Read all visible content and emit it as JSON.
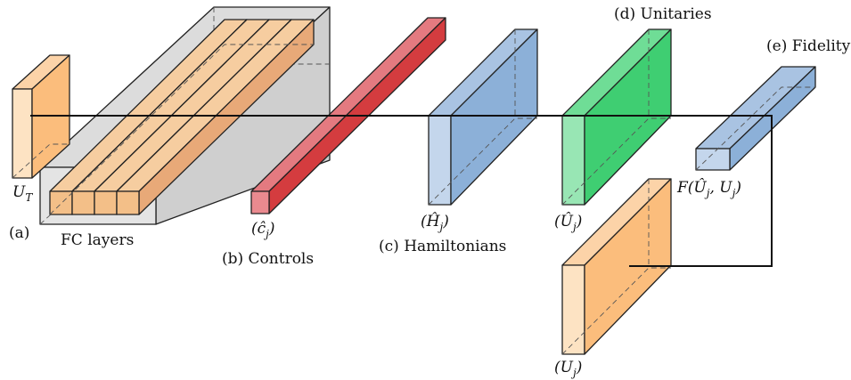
{
  "labels": {
    "panel_a": "(a)",
    "fc_layers": "FC layers",
    "u_target": "U",
    "u_target_sub": "T",
    "controls_title": "(b) Controls",
    "controls_symbol": "(ĉ",
    "controls_symbol_sub": "j",
    "controls_symbol_close": ")",
    "hamiltonians_title": "(c) Hamiltonians",
    "hamiltonians_symbol": "(Ĥ",
    "hamiltonians_symbol_sub": "j",
    "hamiltonians_symbol_close": ")",
    "unitaries_title": "(d) Unitaries",
    "unitaries_symbol": "(Û",
    "unitaries_symbol_sub": "j",
    "unitaries_symbol_close": ")",
    "target_unitaries_symbol": "(U",
    "target_unitaries_symbol_sub": "j",
    "target_unitaries_symbol_close": ")",
    "fidelity_title": "(e) Fidelity",
    "fidelity_expr_head": "F(Û",
    "fidelity_expr_sub1": "j",
    "fidelity_expr_mid": ", U",
    "fidelity_expr_sub2": "j",
    "fidelity_expr_tail": ")"
  },
  "colors": {
    "orange_front": "#fbbd7c",
    "orange_side": "#fcd3a8",
    "red_front": "#d84242",
    "red_side": "#ea8a8f",
    "blue_front": "#8cb0d8",
    "blue_side": "#c4d6ec",
    "green_front": "#3fce72",
    "green_side": "#98e6b4",
    "gray_box": "#d3d3d3"
  }
}
